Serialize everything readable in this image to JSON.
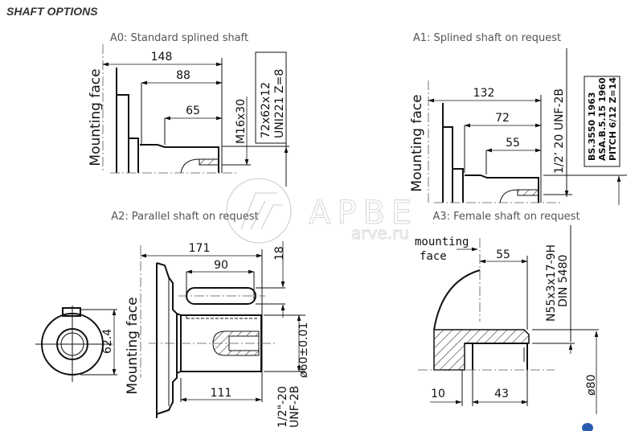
{
  "title": "SHAFT OPTIONS",
  "watermark": {
    "brand": "APBE",
    "site": "arve.ru"
  },
  "accent_dot_color": "#2a5db0",
  "a0": {
    "caption": "A0: Standard splined shaft",
    "mounting_face": "Mounting face",
    "dim_total": "148",
    "dim_mid": "88",
    "dim_spline": "65",
    "thread": "M16x30",
    "spec_line1": "72x62x12",
    "spec_line2": "UNI221  Z=8"
  },
  "a1": {
    "caption": "A1: Splined shaft on request",
    "mounting_face": "Mounting face",
    "dim_total": "132",
    "dim_mid": "72",
    "dim_spline": "55",
    "thread": "1/2’ 20 UNF-2B",
    "spec_line1": "BS.3550  1963",
    "spec_line2": "ASA.B.5.15  1960",
    "spec_line3": "PITCH 6/12  Z=14"
  },
  "a2": {
    "caption": "A2: Parallel shaft on request",
    "mounting_face": "Mounting face",
    "dim_total": "171",
    "dim_key": "90",
    "dim_key_width": "18",
    "dim_shaft": "111",
    "dim_height": "62.4",
    "diameter": "ø60±0.01",
    "thread_line1": "1/2\"-20",
    "thread_line2": "UNF-2B"
  },
  "a3": {
    "caption": "A3: Female shaft on request",
    "mounting_face_line1": "mounting",
    "mounting_face_line2": "face",
    "dim_depth": "55",
    "dim_offset": "10",
    "dim_spline": "43",
    "spec_line1": "N55x3x17-9H",
    "spec_line2": "DIN 5480",
    "diameter": "ø80"
  }
}
